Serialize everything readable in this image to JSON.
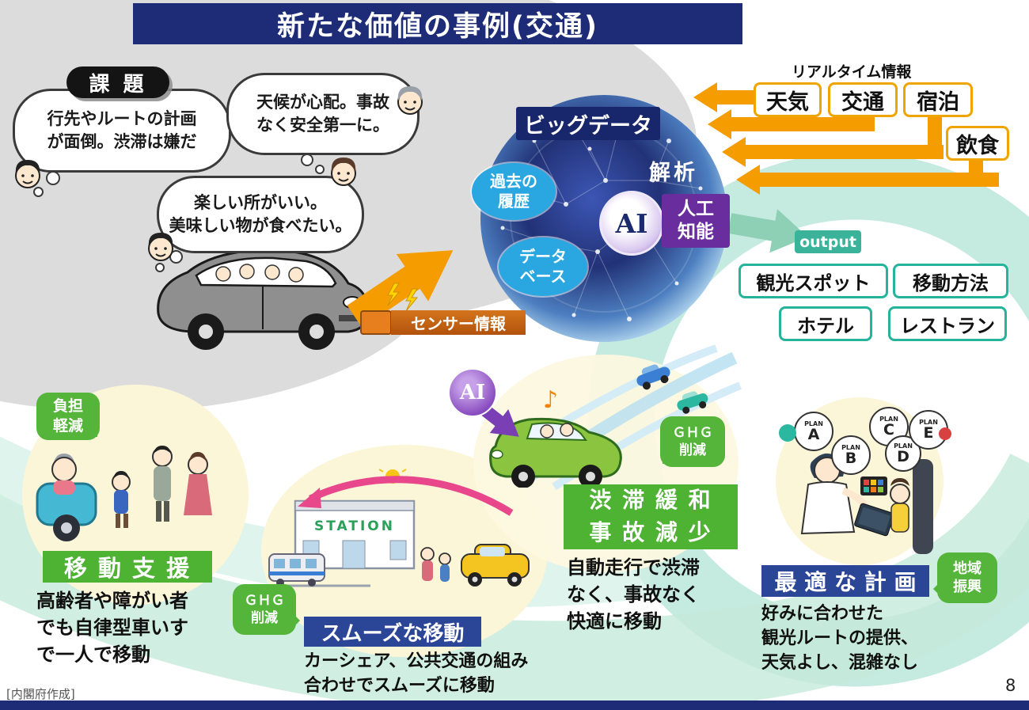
{
  "header": {
    "title": "新たな価値の事例(交通)"
  },
  "challenge": {
    "badge": "課 題",
    "bubbles": {
      "route": "行先やルートの計画\nが面倒。渋滞は嫌だ",
      "weather": "天候が心配。事故\nなく安全第一に。",
      "fun": "楽しい所がいい。\n美味しい物が食べたい。"
    }
  },
  "sensor": {
    "label": "センサー情報"
  },
  "realtime": {
    "title": "リアルタイム情報",
    "sources": [
      "天気",
      "交通",
      "宿泊",
      "飲食"
    ]
  },
  "bigdata": {
    "title": "ビッグデータ",
    "analysis": "解析",
    "history": "過去の\n履歴",
    "database": "データ\nベース",
    "ai_symbol": "AI",
    "ai_label": "人工\n知能"
  },
  "output": {
    "label": "output",
    "items": [
      "観光スポット",
      "移動方法",
      "ホテル",
      "レストラン"
    ]
  },
  "scenes": {
    "support": {
      "bubble": "負担\n軽減",
      "banner": "移 動 支 援",
      "desc": "高齢者や障がい者\nでも自律型車いす\nで一人で移動"
    },
    "smooth": {
      "bubble": "ＧＨＧ\n削減",
      "banner": "スムーズな移動",
      "desc": "カーシェア、公共交通の組み\n合わせでスムーズに移動",
      "station_sign": "STATION"
    },
    "congestion": {
      "ai_symbol": "AI",
      "note": "♪",
      "bubble": "ＧＨＧ\n削減",
      "banner": "渋 滞 緩 和\n事 故 減 少",
      "desc": "自動走行で渋滞\nなく、事故なく\n快適に移動"
    },
    "plan": {
      "bubble": "地域\n振興",
      "banner": "最 適 な 計 画",
      "desc": "好みに合わせた\n観光ルートの提供、\n天気よし、混雑なし",
      "plans": [
        {
          "word": "PLAN",
          "letter": "A"
        },
        {
          "word": "PLAN",
          "letter": "B"
        },
        {
          "word": "PLAN",
          "letter": "C"
        },
        {
          "word": "PLAN",
          "letter": "D"
        },
        {
          "word": "PLAN",
          "letter": "E"
        }
      ]
    }
  },
  "footer": {
    "credit": "[内閣府作成]",
    "page": "8"
  }
}
